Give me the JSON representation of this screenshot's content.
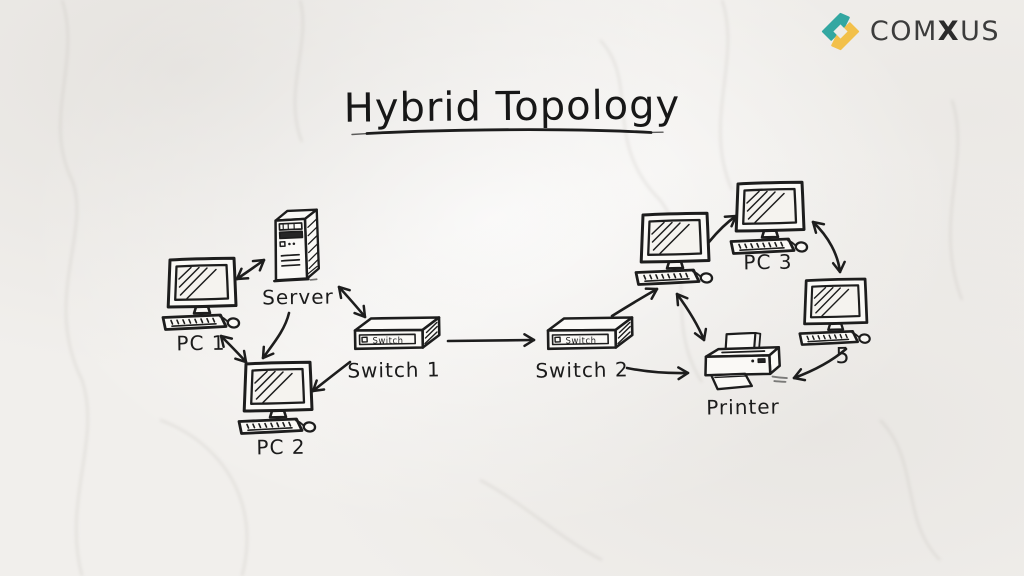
{
  "brand": {
    "parts": [
      "COM",
      "X",
      "US"
    ],
    "logo_icon": "interlocking-arrows-icon",
    "icon_teal": "#33a7a1",
    "icon_yellow": "#f2c04a",
    "text_color": "#3c3c3c"
  },
  "title": "Hybrid Topology",
  "theme": {
    "background": "#f1efec",
    "ink": "#1d1d1d",
    "style": "hand-drawn-sketch"
  },
  "diagram": {
    "type": "network-topology",
    "switch_face_text": "Switch",
    "nodes": [
      {
        "id": "server",
        "type": "server-tower",
        "label": "Server"
      },
      {
        "id": "pc1",
        "type": "desktop-computer",
        "label": "PC 1"
      },
      {
        "id": "pc2",
        "type": "desktop-computer",
        "label": "PC 2"
      },
      {
        "id": "switch1",
        "type": "network-switch",
        "label": "Switch 1"
      },
      {
        "id": "switch2",
        "type": "network-switch",
        "label": "Switch 2"
      },
      {
        "id": "pc4",
        "type": "desktop-computer",
        "label": ""
      },
      {
        "id": "pc3",
        "type": "desktop-computer",
        "label": "PC 3"
      },
      {
        "id": "pc5",
        "type": "desktop-computer",
        "label": "5"
      },
      {
        "id": "printer",
        "type": "printer",
        "label": "Printer"
      }
    ],
    "edges": [
      {
        "from": "pc1",
        "to": "server",
        "direction": "both"
      },
      {
        "from": "server",
        "to": "pc2",
        "direction": "one-way"
      },
      {
        "from": "pc1",
        "to": "pc2",
        "direction": "both"
      },
      {
        "from": "server",
        "to": "switch1",
        "direction": "both"
      },
      {
        "from": "switch1",
        "to": "pc2",
        "direction": "one-way"
      },
      {
        "from": "switch1",
        "to": "switch2",
        "direction": "one-way"
      },
      {
        "from": "switch2",
        "to": "pc4",
        "direction": "one-way"
      },
      {
        "from": "switch2",
        "to": "printer",
        "direction": "one-way"
      },
      {
        "from": "pc4",
        "to": "printer",
        "direction": "both"
      },
      {
        "from": "pc4",
        "to": "pc3",
        "direction": "one-way"
      },
      {
        "from": "pc3",
        "to": "pc5",
        "direction": "both"
      },
      {
        "from": "pc5",
        "to": "printer",
        "direction": "one-way"
      }
    ]
  }
}
